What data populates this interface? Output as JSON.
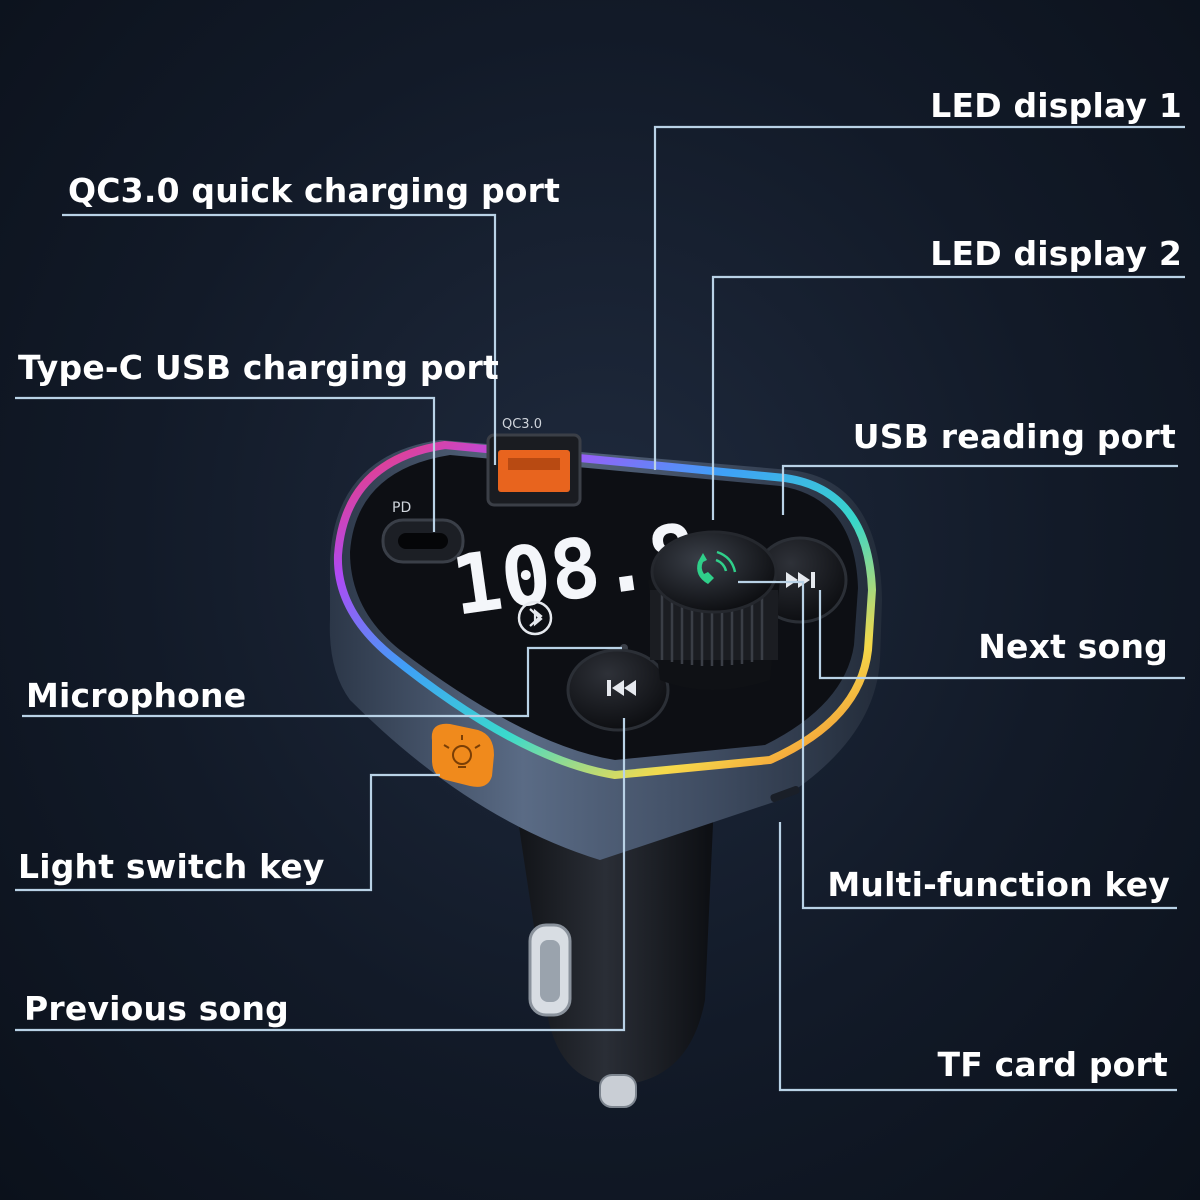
{
  "callouts": {
    "led_display_1": "LED display 1",
    "qc30_port": "QC3.0 quick charging port",
    "led_display_2": "LED display 2",
    "type_c_port": "Type-C USB charging port",
    "usb_reading_port": "USB reading port",
    "next_song": "Next song",
    "microphone": "Microphone",
    "light_switch_key": "Light switch key",
    "multi_function_key": "Multi-function key",
    "previous_song": "Previous song",
    "tf_card_port": "TF card port"
  },
  "device": {
    "port_label_pd": "PD",
    "port_label_qc": "QC3.0",
    "display_digits": "108.8"
  },
  "colors": {
    "background": "#121a28",
    "leader_line": "#b9d2e6",
    "housing": "#4a5a72",
    "top_panel": "#0d0f14",
    "light_key": "#f08a1c",
    "usb_port": "#e8641e",
    "call_icon": "#2fd08a"
  },
  "icons": [
    "phone-call-icon",
    "next-track-icon",
    "previous-track-icon",
    "bluetooth-icon",
    "light-bulb-icon"
  ]
}
